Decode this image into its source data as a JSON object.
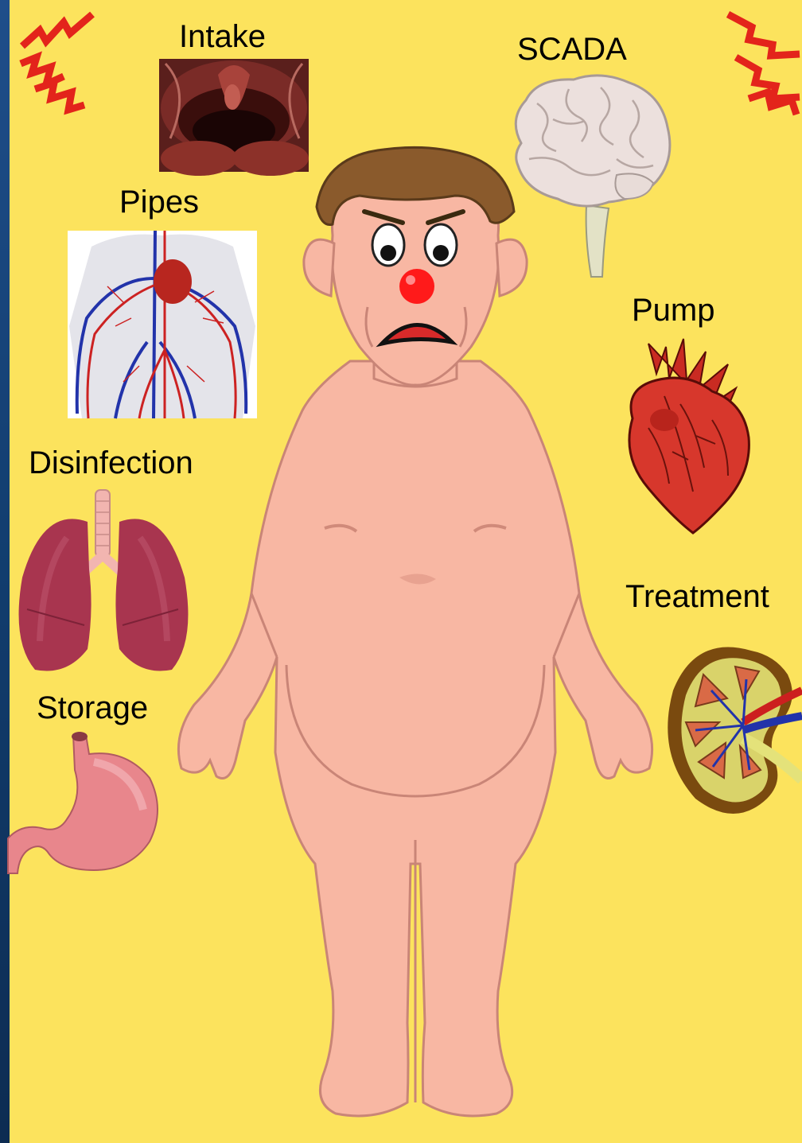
{
  "labels": {
    "intake": "Intake",
    "scada": "SCADA",
    "pipes": "Pipes",
    "pump": "Pump",
    "disinfection": "Disinfection",
    "treatment": "Treatment",
    "storage": "Storage"
  },
  "icons": {
    "alarm_left": "lightning-zigzag-icon",
    "alarm_right": "lightning-zigzag-icon",
    "intake": "mouth-throat-image",
    "scada": "brain-image",
    "pipes": "blood-vessels-image",
    "pump": "heart-image",
    "disinfection": "lungs-image",
    "treatment": "kidney-image",
    "storage": "stomach-image",
    "figure": "cartoon-man-figure"
  },
  "colors": {
    "background": "#fce35d",
    "skin": "#f8b7a3",
    "zigzag": "#e3241b",
    "nose": "#ff1a1a"
  }
}
